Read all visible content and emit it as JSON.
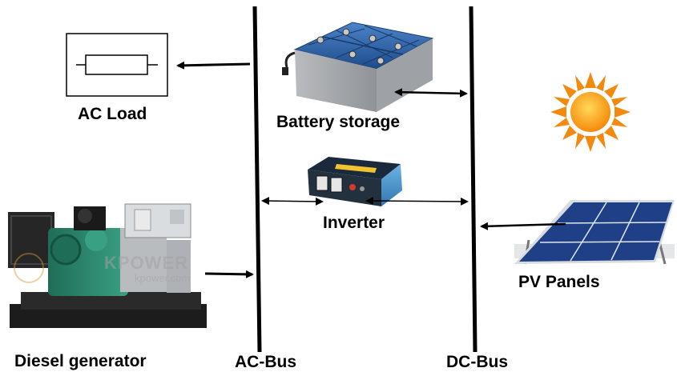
{
  "labels": {
    "ac_load": "AC Load",
    "battery_storage": "Battery storage",
    "inverter": "Inverter",
    "pv_panels": "PV Panels",
    "diesel_generator": "Diesel generator",
    "ac_bus": "AC-Bus",
    "dc_bus": "DC-Bus"
  },
  "watermark": {
    "brand": "KPOWER",
    "url": "kpower.com"
  },
  "colors": {
    "bus_line": "#000000",
    "battery_blue": "#2a5f9e",
    "inverter_blue": "#3d8cc6",
    "generator_green": "#2f8a6e",
    "sun_orange": "#f39a12",
    "panel_blue": "#1f3f86"
  }
}
